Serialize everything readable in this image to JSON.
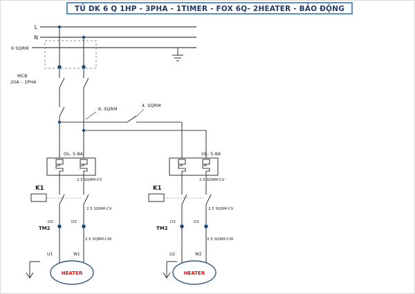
{
  "header": {
    "title": "TỦ DK 6 Q 1HP - 3PHA - 1TIMER - FOX 6Q- 2HEATER - BẢO ĐỘNG"
  },
  "supply": {
    "line_l": "L",
    "line_n": "N",
    "wire_gauge": "6 SQRM",
    "mcb_name": "MCB",
    "mcb_rating": "20A – 1PHA"
  },
  "feeder": {
    "left_gauge": "6. SQRM",
    "right_gauge": "4. SQRM"
  },
  "branch_left": {
    "overload": "OL:  5-8A",
    "overload_wire": "2.5 SQRM-CV",
    "contactor": "K1",
    "contactor_wire": "2.5 SQRM-CV",
    "timer": "TM2",
    "terminal_a": "D3",
    "terminal_b": "D3",
    "motor_wire": "2.5 SQRM-CW",
    "terminal_u": "U1",
    "terminal_w": "W1",
    "load": "HEATER"
  },
  "branch_right": {
    "overload": "OL:  5-8A",
    "overload_wire": "2.5 SQRM-CV",
    "contactor": "K1",
    "contactor_wire": "2.5 SQRM-CV",
    "timer": "TM2",
    "terminal_a": "D3",
    "terminal_b": "D3",
    "motor_wire": "2.5 SQRM-CW",
    "terminal_u": "U2",
    "terminal_w": "W2",
    "load": "HEATER"
  },
  "colors": {
    "title_border": "#2E74B5",
    "title_text": "#1F3864",
    "wire": "#404040",
    "junction_dot": "#1F4E79",
    "heater_text": "#FF0000"
  }
}
